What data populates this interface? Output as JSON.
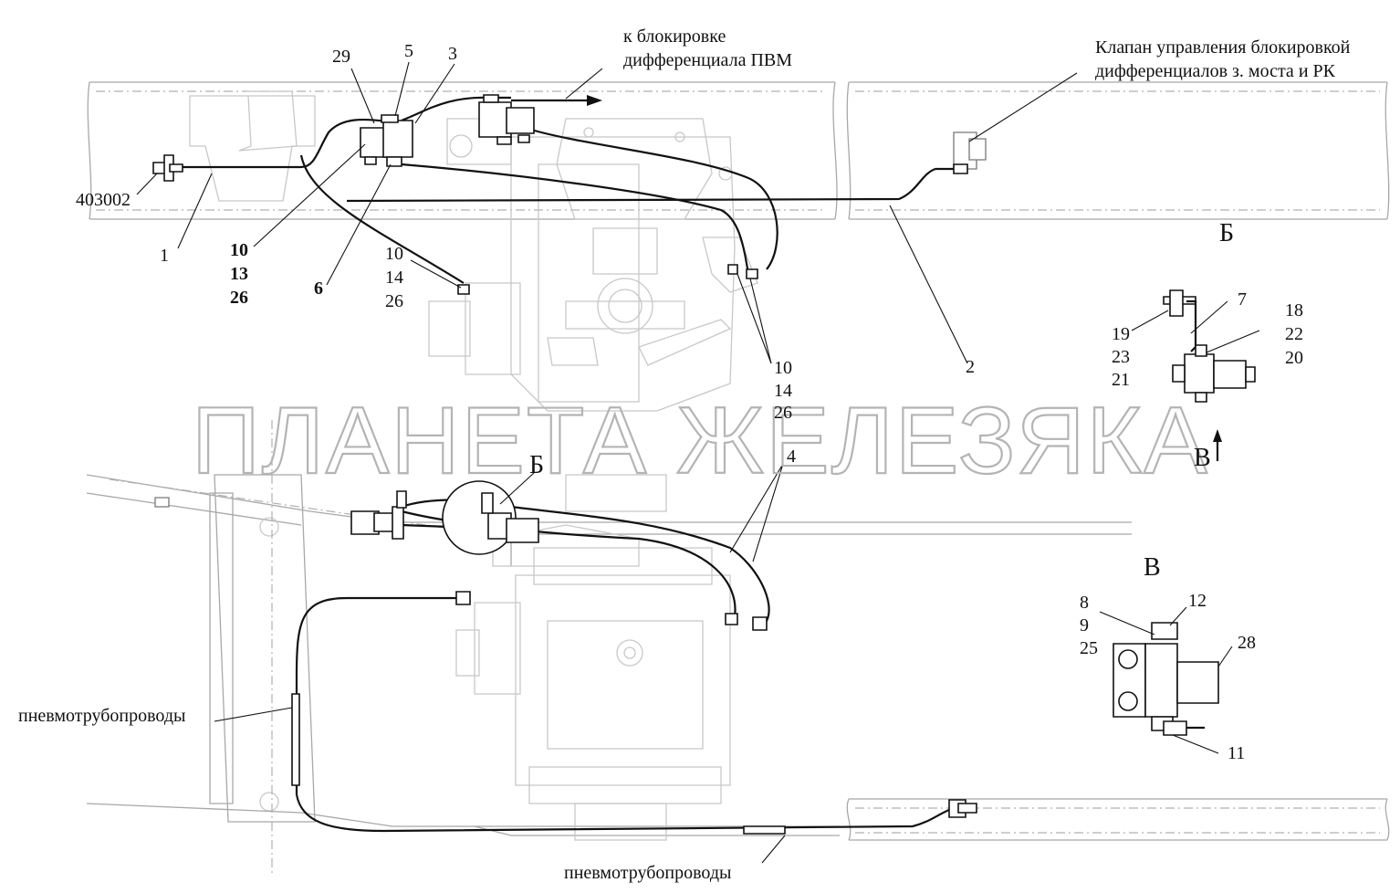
{
  "labels": {
    "to_pvm_line1": "к блокировке",
    "to_pvm_line2": "дифференциала ПВМ",
    "valve_line1": "Клапан управления блокировкой",
    "valve_line2": "дифференциалов з. моста и РК",
    "l29": "29",
    "l5": "5",
    "l3": "3",
    "l403002": "403002",
    "l1": "1",
    "l10a": "10",
    "l13": "13",
    "l26a": "26",
    "l6": "6",
    "l10b": "10",
    "l14b": "14",
    "l26b": "26",
    "l10c": "10",
    "l14c": "14",
    "l26c": "26",
    "l2": "2",
    "l4": "4",
    "lB_main": "Б",
    "pneumo_left": "пневмотрубопроводы",
    "pneumo_bottom": "пневмотрубопроводы"
  },
  "views": {
    "b_title": "Б",
    "b_l7": "7",
    "b_l19": "19",
    "b_l23": "23",
    "b_l21": "21",
    "b_l18": "18",
    "b_l22": "22",
    "b_l20": "20",
    "b_arrow": "В",
    "v_title": "В",
    "v_l8": "8",
    "v_l9": "9",
    "v_l25": "25",
    "v_l12": "12",
    "v_l28": "28",
    "v_l11": "11"
  },
  "watermark": "ПЛАНЕТА ЖЕЛЕЗЯКА"
}
